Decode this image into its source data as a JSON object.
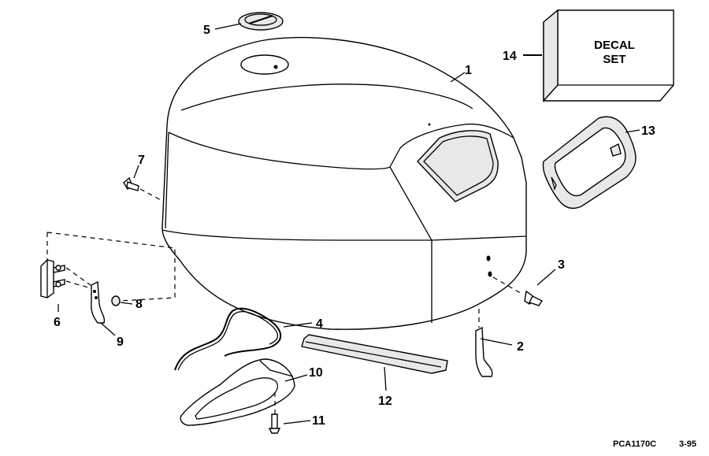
{
  "callouts": {
    "c1": "1",
    "c2": "2",
    "c3": "3",
    "c4": "4",
    "c5": "5",
    "c6": "6",
    "c7": "7",
    "c8": "8",
    "c9": "9",
    "c10": "10",
    "c11": "11",
    "c12": "12",
    "c13": "13",
    "c14": "14"
  },
  "decal_box": {
    "line1": "DECAL",
    "line2": "SET"
  },
  "footer": {
    "code": "PCA1170C",
    "date": "3-95"
  }
}
